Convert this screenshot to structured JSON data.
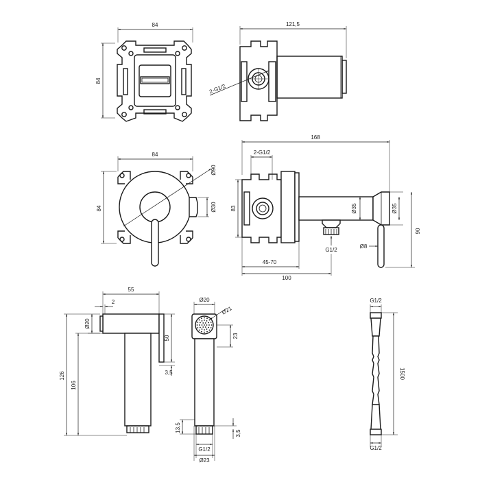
{
  "views": {
    "front_top": {
      "width": "84",
      "height": "84"
    },
    "side_top": {
      "length": "121,5",
      "thread": "2-G1/2"
    },
    "front_mid": {
      "width": "84",
      "height": "84",
      "cover_dia": "Ø90",
      "port_dia": "Ø30"
    },
    "side_mid": {
      "total": "168",
      "thread": "2-G1/2",
      "height": "83",
      "body_dia": "Ø35",
      "outlet_dia": "Ø35",
      "lever_len": "90",
      "lever_dia": "Ø8",
      "outlet_thread": "G1/2",
      "depth_range": "45-70",
      "depth": "100"
    },
    "handshower_side": {
      "length": "55",
      "offset": "2",
      "head_dia": "Ø20",
      "spray_len": "50",
      "rim": "3,5",
      "total_h": "126",
      "handle_h": "106"
    },
    "handshower_front": {
      "top_dia": "Ø20",
      "face_dia": "Ø21",
      "face_h": "23",
      "base_h": "13,5",
      "thread_h": "3,5",
      "thread": "G1/2",
      "base_dia": "Ø23"
    },
    "hose": {
      "top_thread": "G1/2",
      "length": "1500",
      "bottom_thread": "G1/2"
    }
  }
}
